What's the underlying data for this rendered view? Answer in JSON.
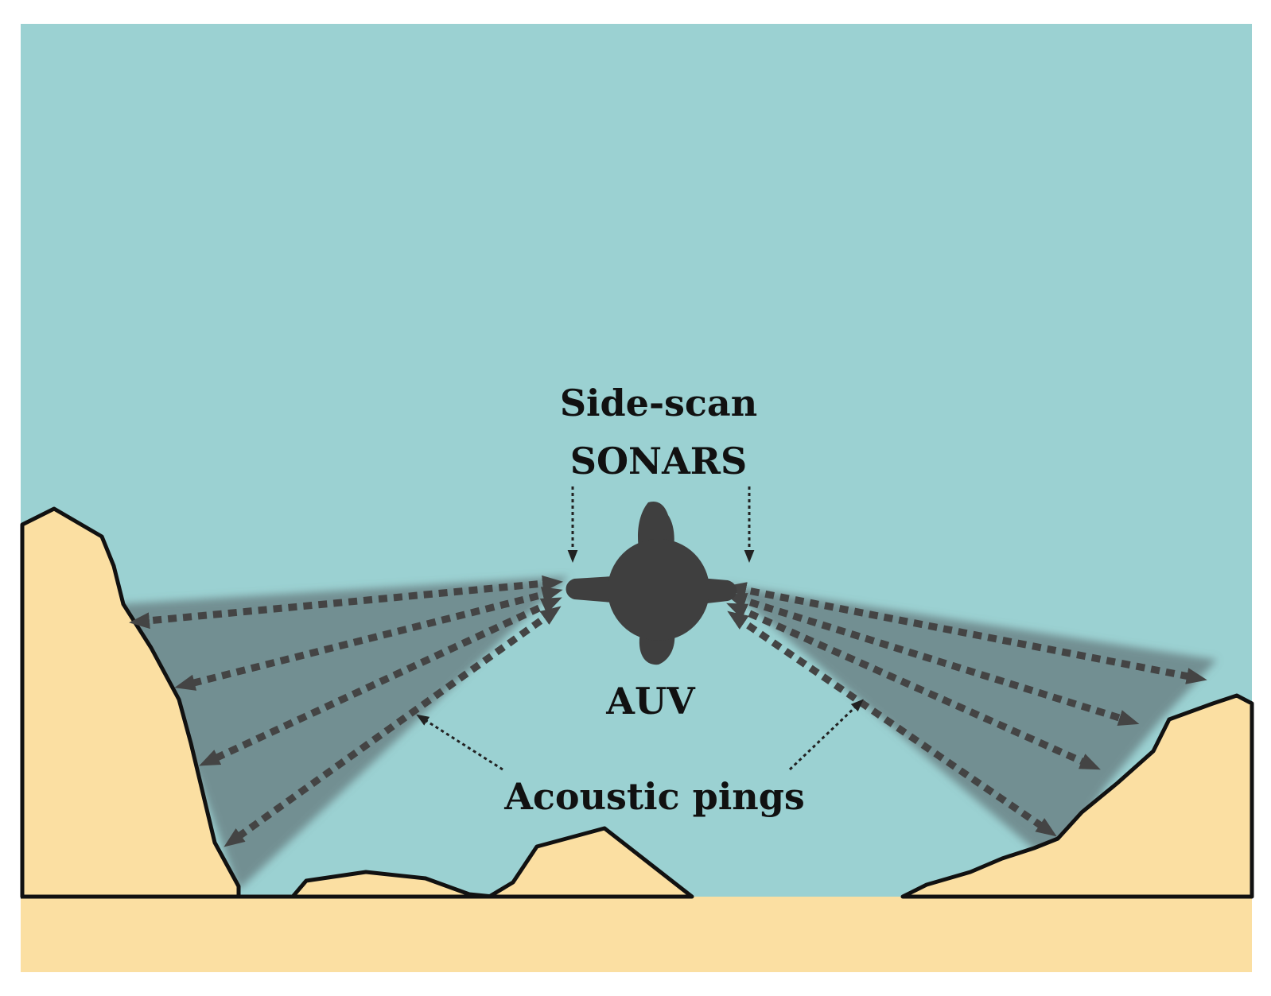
{
  "labels": {
    "sonar_line1": "Side-scan",
    "sonar_line2": "SONARS",
    "auv": "AUV",
    "pings": "Acoustic pings"
  },
  "colors": {
    "water": "#9bd1d2",
    "sand": "#fbdfa2",
    "outline": "#111111",
    "auv": "#3f3f3f",
    "beam": "#5e6d70",
    "ping": "#444444"
  }
}
